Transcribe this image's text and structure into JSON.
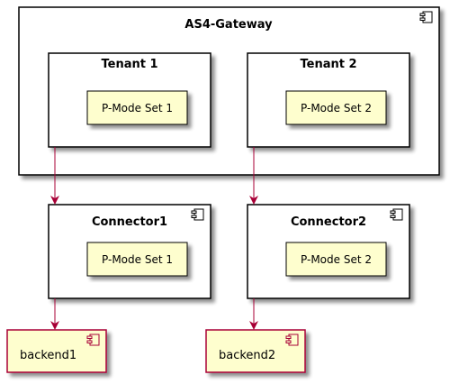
{
  "gateway": {
    "title": "AS4-Gateway",
    "tenants": [
      {
        "title": "Tenant 1",
        "pmode": "P-Mode Set 1"
      },
      {
        "title": "Tenant 2",
        "pmode": "P-Mode Set 2"
      }
    ]
  },
  "connectors": [
    {
      "title": "Connector1",
      "pmode": "P-Mode Set 1"
    },
    {
      "title": "Connector2",
      "pmode": "P-Mode Set 2"
    }
  ],
  "backends": [
    {
      "label": "backend1"
    },
    {
      "label": "backend2"
    }
  ],
  "colors": {
    "box_fill": "#ffffff",
    "box_stroke": "#000000",
    "note_fill": "#fefece",
    "note_stroke": "#000000",
    "backend_fill": "#fefece",
    "backend_stroke": "#a80036",
    "arrow": "#a80036",
    "shadow": "#999999"
  },
  "icons": {
    "component": "component-icon",
    "arrow": "arrow-head"
  }
}
